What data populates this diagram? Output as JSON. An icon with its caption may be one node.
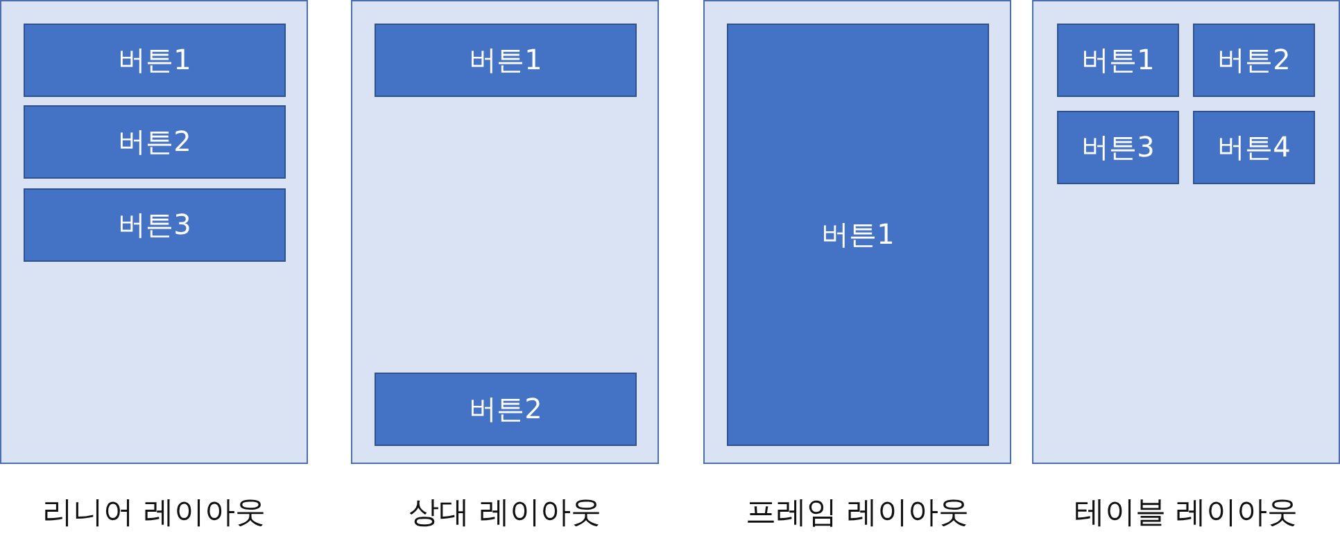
{
  "diagram": {
    "nodes": [
      {
        "text": [
          "리니어 레이아웃"
        ]
      },
      {
        "text": [
          "버튼1"
        ],
        "in": 0
      },
      {
        "text": [
          "버튼2"
        ],
        "in": 0
      },
      {
        "text": [
          "버튼3"
        ],
        "in": 0
      },
      {
        "text": [
          "상대 레이아웃"
        ]
      },
      {
        "text": [
          "버튼1"
        ],
        "in": 4
      },
      {
        "text": [
          "버튼2"
        ],
        "in": 4
      },
      {
        "text": [
          "프레임 레이아웃"
        ]
      },
      {
        "text": [
          "버튼1"
        ],
        "in": 7
      },
      {
        "text": [
          "테이블 레이아웃"
        ]
      },
      {
        "text": [
          "버튼1"
        ],
        "in": 9
      },
      {
        "text": [
          "버튼2"
        ],
        "in": 9
      },
      {
        "text": [
          "버튼3"
        ],
        "in": 9
      },
      {
        "text": [
          "버튼4"
        ],
        "in": 9
      }
    ]
  }
}
